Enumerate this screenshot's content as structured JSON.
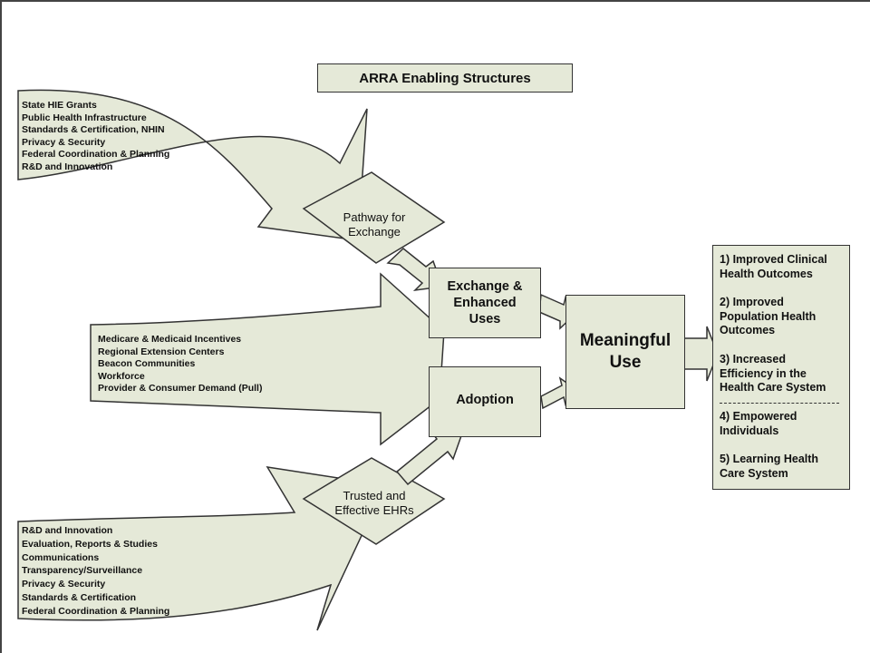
{
  "title": "ARRA Enabling Structures",
  "group_top": [
    "State HIE Grants",
    "Public Health Infrastructure",
    "Standards & Certification, NHIN",
    "Privacy & Security",
    "Federal Coordination & Planning",
    "R&D and Innovation"
  ],
  "group_middle": [
    "Medicare & Medicaid Incentives",
    "Regional Extension Centers",
    "Beacon Communities",
    "Workforce",
    "Provider & Consumer Demand (Pull)"
  ],
  "group_bottom": [
    "R&D and Innovation",
    "Evaluation, Reports & Studies",
    "Communications",
    "Transparency/Surveillance",
    "Privacy & Security",
    "Standards & Certification",
    "Federal Coordination & Planning"
  ],
  "pathway": [
    "Pathway for",
    "Exchange"
  ],
  "trusted": [
    "Trusted and",
    "Effective EHRs"
  ],
  "exchange": [
    "Exchange &",
    "Enhanced",
    "Uses"
  ],
  "adoption": "Adoption",
  "meaningful": [
    "Meaningful",
    "Use"
  ],
  "outcomes": {
    "o1": [
      "1) Improved Clinical",
      "Health Outcomes"
    ],
    "o2": [
      "2) Improved",
      "Population Health",
      "Outcomes"
    ],
    "o3": [
      "3) Increased",
      "Efficiency in the",
      "Health Care System"
    ],
    "o4": [
      "4) Empowered",
      "Individuals"
    ],
    "o5": [
      "5) Learning Health",
      "Care System"
    ]
  },
  "colors": {
    "fill": "#e5e9d8",
    "stroke": "#333333"
  }
}
